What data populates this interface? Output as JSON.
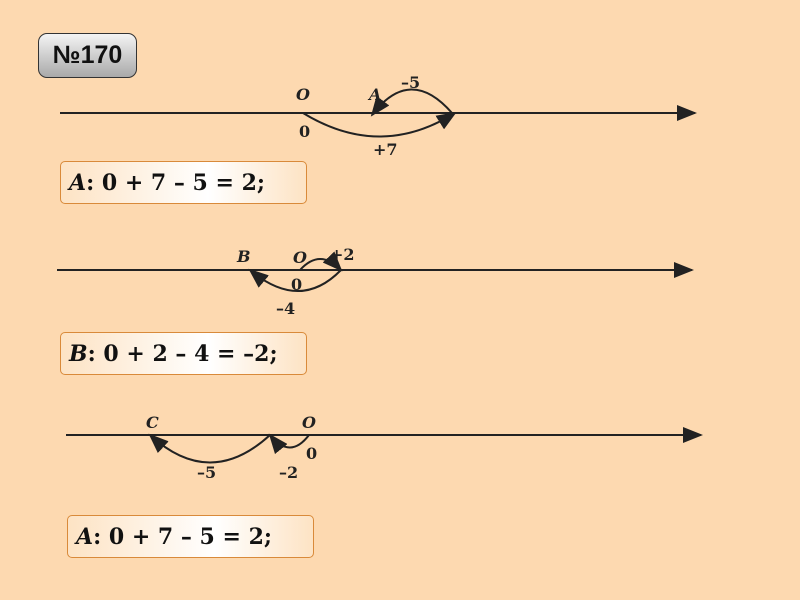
{
  "title": "№170",
  "lines": [
    {
      "point": "A",
      "origin": "O",
      "zero": "0",
      "jumps": [
        "+7",
        "–5"
      ]
    },
    {
      "point": "B",
      "origin": "O",
      "zero": "0",
      "jumps": [
        "+2",
        "–4"
      ]
    },
    {
      "point": "C",
      "origin": "O",
      "zero": "0",
      "jumps": [
        "–2",
        "–5"
      ]
    }
  ],
  "answers": [
    {
      "label": "A",
      "expr": ": 0 + 7 – 5 = 2;"
    },
    {
      "label": "B",
      "expr": ": 0 + 2 – 4 = –2;"
    },
    {
      "label": "A",
      "expr": ": 0 + 7 – 5 = 2;"
    }
  ]
}
